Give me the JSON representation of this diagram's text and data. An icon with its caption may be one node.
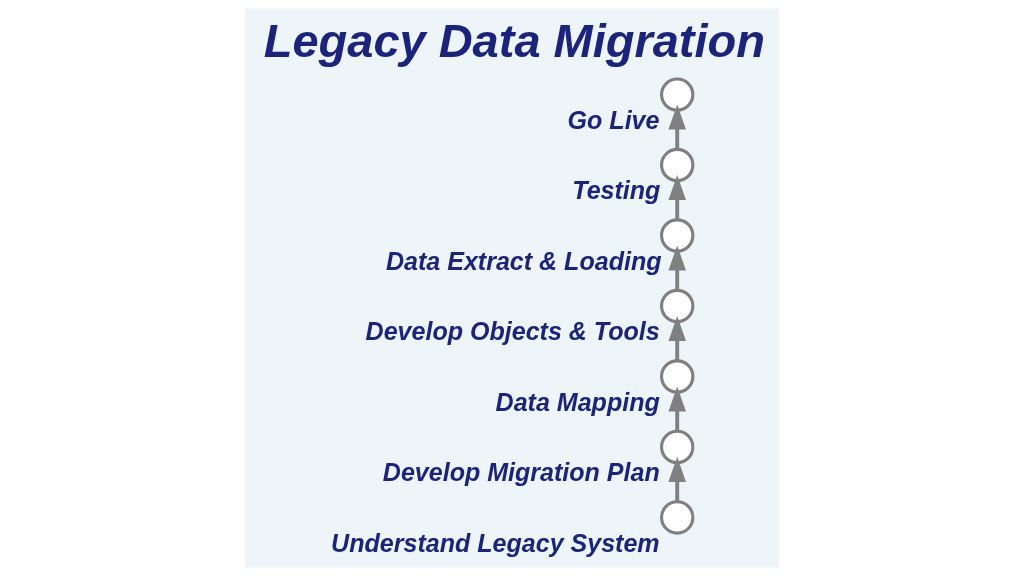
{
  "diagram": {
    "title": "Legacy Data Migration",
    "nodes": [
      {
        "text": [],
        "shape": "circle",
        "beside": [
          "Understand Legacy System"
        ]
      },
      {
        "text": [],
        "shape": "circle",
        "beside": [
          "Develop Migration Plan"
        ]
      },
      {
        "text": [],
        "shape": "circle",
        "beside": [
          "Data Mapping"
        ]
      },
      {
        "text": [],
        "shape": "circle",
        "beside": [
          "Develop Objects & Tools"
        ]
      },
      {
        "text": [],
        "shape": "circle",
        "beside": [
          "Data Extract & Loading"
        ]
      },
      {
        "text": [],
        "shape": "circle",
        "beside": [
          "Testing"
        ]
      },
      {
        "text": [],
        "shape": "circle",
        "beside": [
          "Go Live"
        ]
      }
    ],
    "edges": [
      {
        "from": 0,
        "to": 1,
        "arrow": "to"
      },
      {
        "from": 1,
        "to": 2,
        "arrow": "to"
      },
      {
        "from": 2,
        "to": 3,
        "arrow": "to"
      },
      {
        "from": 3,
        "to": 4,
        "arrow": "to"
      },
      {
        "from": 4,
        "to": 5,
        "arrow": "to"
      },
      {
        "from": 5,
        "to": 6,
        "arrow": "to"
      }
    ]
  }
}
